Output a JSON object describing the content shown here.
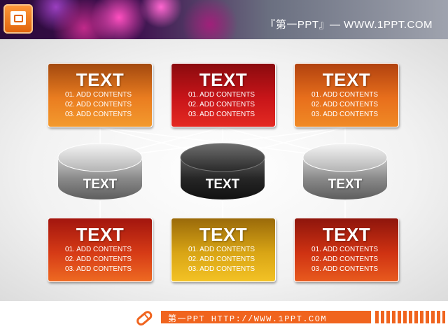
{
  "header": {
    "title": "『第一PPT』— WWW.1PPT.COM"
  },
  "logo": {
    "icon": "presentation-icon"
  },
  "top_row": [
    {
      "title": "TEXT",
      "items": [
        "01. ADD CONTENTS",
        "02. ADD CONTENTS",
        "03. ADD CONTENTS"
      ],
      "color": "#ea7d20"
    },
    {
      "title": "TEXT",
      "items": [
        "01. ADD CONTENTS",
        "02. ADD CONTENTS",
        "03. ADD CONTENTS"
      ],
      "color": "#c81519"
    },
    {
      "title": "TEXT",
      "items": [
        "01. ADD CONTENTS",
        "02. ADD CONTENTS",
        "03. ADD CONTENTS"
      ],
      "color": "#e86f1c"
    }
  ],
  "cylinders": [
    {
      "label": "TEXT",
      "color": "#8c8c8c"
    },
    {
      "label": "TEXT",
      "color": "#2a2a2a"
    },
    {
      "label": "TEXT",
      "color": "#8c8c8c"
    }
  ],
  "bottom_row": [
    {
      "title": "TEXT",
      "items": [
        "01. ADD CONTENTS",
        "02. ADD CONTENTS",
        "03. ADD CONTENTS"
      ],
      "color": "#d63b16"
    },
    {
      "title": "TEXT",
      "items": [
        "01. ADD CONTENTS",
        "02. ADD CONTENTS",
        "03. ADD CONTENTS"
      ],
      "color": "#d9a515"
    },
    {
      "title": "TEXT",
      "items": [
        "01. ADD CONTENTS",
        "02. ADD CONTENTS",
        "03. ADD CONTENTS"
      ],
      "color": "#cf3212"
    }
  ],
  "footer": {
    "text": "第一PPT HTTP://WWW.1PPT.COM",
    "icon": "pencil-icon",
    "accent": "#f0641e"
  }
}
